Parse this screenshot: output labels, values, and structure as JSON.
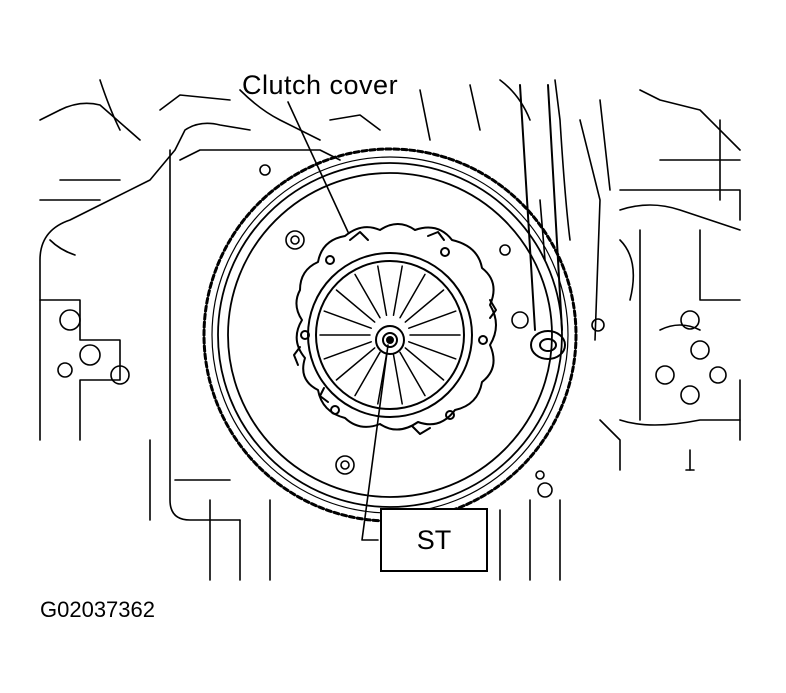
{
  "labels": {
    "clutch_cover": "Clutch cover",
    "special_tool": "ST"
  },
  "figure_id": "G02037362",
  "colors": {
    "ink": "#000000",
    "paper": "#ffffff"
  }
}
